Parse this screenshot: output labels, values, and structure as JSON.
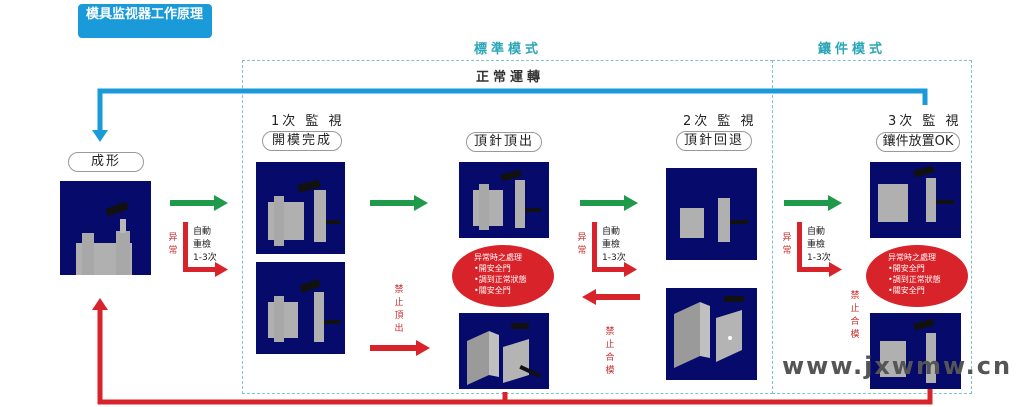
{
  "title": "模具监视器工作原理",
  "modes": {
    "standard": "標準模式",
    "insert": "鑲件模式"
  },
  "normal_run": "正常運轉",
  "molding": {
    "label": "成形"
  },
  "stage1": {
    "monitor": "1次 監 視",
    "label": "開模完成"
  },
  "ejector_out": {
    "label": "頂針頂出"
  },
  "stage2": {
    "monitor": "2次 監 視",
    "label": "頂針回退"
  },
  "stage3": {
    "monitor": "3次 監 視",
    "label": "鑲件放置OK"
  },
  "abnormal": "异常",
  "retry_notes": [
    "自動",
    "重檢",
    "1-3次"
  ],
  "forbid_eject": "禁止頂出",
  "forbid_close": "禁止合模",
  "handling": {
    "title": "异常時之處理",
    "items": [
      "•開安全門",
      "•調到正常狀態",
      "•關安全門"
    ]
  },
  "watermark": "www.jxwmw.cn",
  "colors": {
    "blue": "#1a9ad9",
    "green": "#1e9a4a",
    "red": "#d9232a",
    "panel": "#060a6a",
    "zone": "#7fc4cc"
  }
}
